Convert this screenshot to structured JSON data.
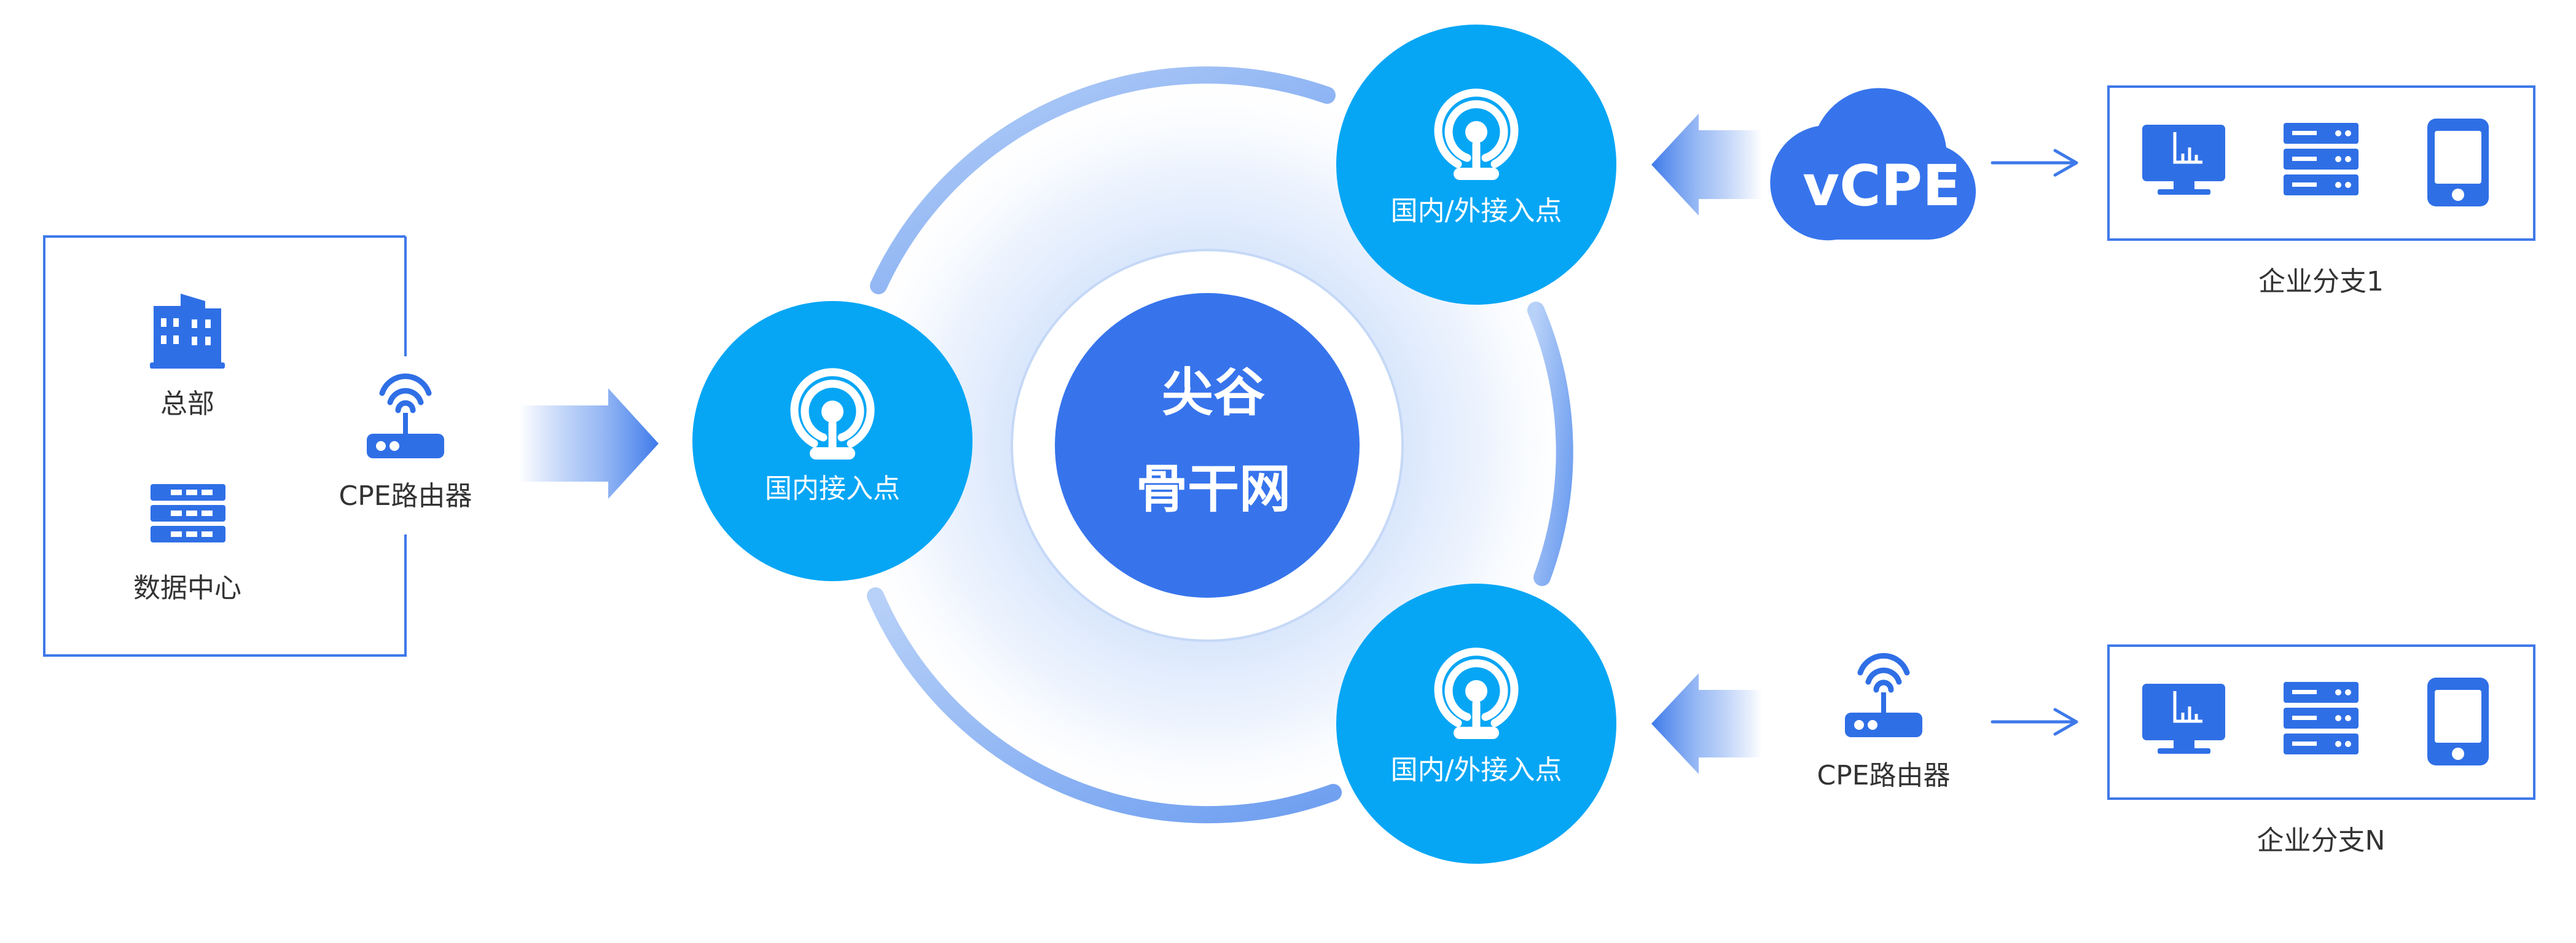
{
  "colors": {
    "primary": "#2F6FE6",
    "node": "#06A6F5",
    "core": "#3774EC",
    "ring": "#8FB6F4",
    "box_border": "#3E79EA",
    "text_dark": "#333333"
  },
  "hq": {
    "headquarters_label": "总部",
    "datacenter_label": "数据中心",
    "router_label": "CPE路由器"
  },
  "core": {
    "line1": "尖谷",
    "line2": "骨干网"
  },
  "nodes": {
    "left_label": "国内接入点",
    "top_label": "国内/外接入点",
    "bottom_label": "国内/外接入点"
  },
  "branch1": {
    "vcpe_label": "vCPE",
    "branch_label": "企业分支1"
  },
  "branchN": {
    "router_label": "CPE路由器",
    "branch_label": "企业分支N"
  },
  "icons": [
    "building-icon",
    "server-rack-icon",
    "wifi-router-icon",
    "access-point-icon",
    "cloud-icon",
    "monitor-icon",
    "server-icon",
    "phone-icon",
    "arrow-icon"
  ]
}
